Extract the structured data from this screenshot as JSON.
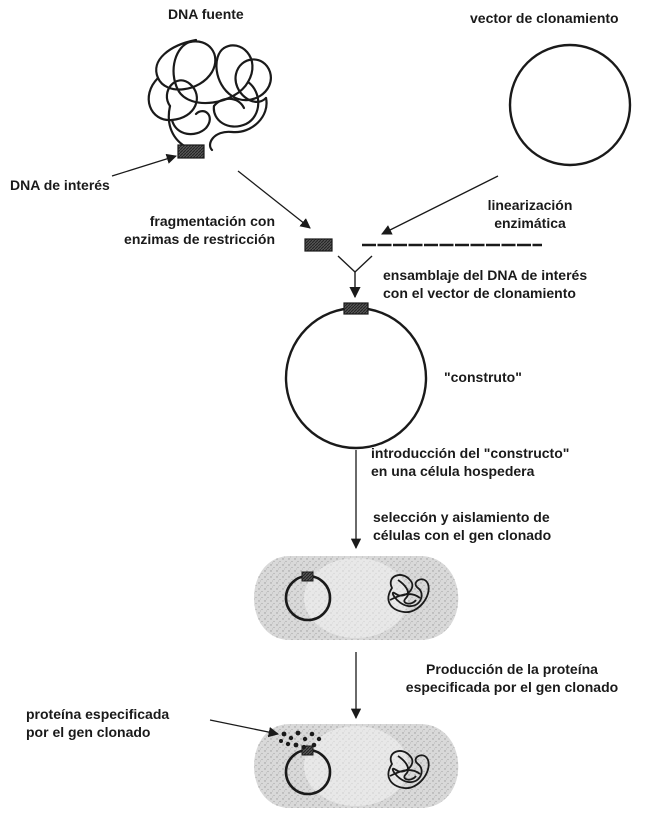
{
  "labels": {
    "source_dna": "DNA fuente",
    "cloning_vector": "vector de clonamiento",
    "dna_of_interest": "DNA de interés",
    "fragmentation": [
      "fragmentación con",
      "enzimas de restricción"
    ],
    "linearization": [
      "linearización",
      "enzimática"
    ],
    "assembly": [
      "ensamblaje del DNA de interés",
      "con el vector de clonamiento"
    ],
    "construct": "\"construto\"",
    "introduction": [
      "introducción del \"constructo\"",
      "en una célula hospedera"
    ],
    "selection": [
      "selección y aislamiento de",
      "células con el gen clonado"
    ],
    "production": [
      "Producción de la proteína",
      "especificada por el gen clonado"
    ],
    "protein": [
      "proteína especificada",
      "por el gen clonado"
    ]
  },
  "colors": {
    "ink": "#1a1a1a",
    "cell_fill": "#cfcfcf",
    "fragment_fill": "#3a3a3a"
  }
}
